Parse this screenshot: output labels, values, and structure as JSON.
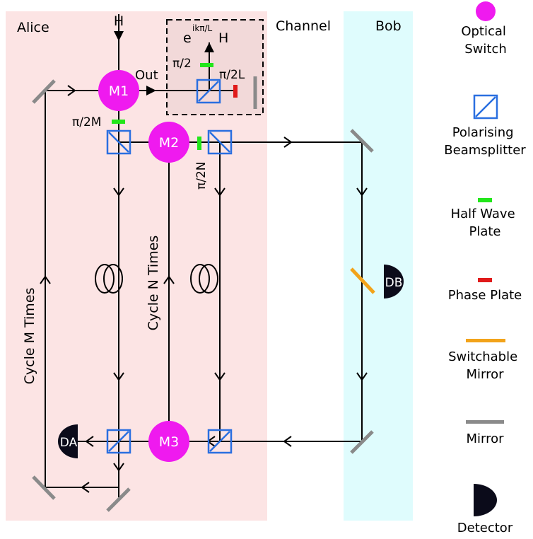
{
  "regions": {
    "alice": "Alice",
    "channel": "Channel",
    "bob": "Bob"
  },
  "labels": {
    "input_h": "H",
    "out": "Out",
    "phase_e": "e",
    "phase_exp": "ikπ/L",
    "phase_h": "H",
    "pi_2": "π/2",
    "pi_2l": "π/2L",
    "pi_2m": "π/2M",
    "pi_2n": "π/2N",
    "cycle_m": "Cycle M Times",
    "cycle_n": "Cycle N Times"
  },
  "switches": {
    "m1": "M1",
    "m2": "M2",
    "m3": "M3"
  },
  "detectors": {
    "da": "DA",
    "db": "DB"
  },
  "legend": [
    {
      "key": "switch",
      "lines": [
        "Optical",
        "Switch"
      ]
    },
    {
      "key": "pbs",
      "lines": [
        "Polarising",
        "Beamsplitter"
      ]
    },
    {
      "key": "hwp",
      "lines": [
        "Half Wave",
        "Plate"
      ]
    },
    {
      "key": "phase",
      "lines": [
        "Phase Plate"
      ]
    },
    {
      "key": "switchable",
      "lines": [
        "Switchable",
        "Mirror"
      ]
    },
    {
      "key": "mirror",
      "lines": [
        "Mirror"
      ]
    },
    {
      "key": "detector",
      "lines": [
        "Detector"
      ]
    }
  ],
  "colors": {
    "alice_bg": "#fce4e4",
    "bob_bg": "#dffcfd",
    "inset_bg": "#f2d9d9",
    "switch": "#ef1aef",
    "pbs": "#2a6fe0",
    "hwp": "#22e61a",
    "phase": "#e01a1a",
    "switchable": "#f2a31a",
    "mirror": "#8a8a8a",
    "detector": "#0b0b1a",
    "line": "#000000"
  }
}
